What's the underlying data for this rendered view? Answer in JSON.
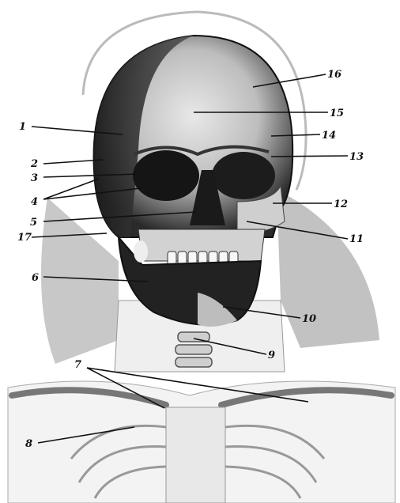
{
  "figure": {
    "labels": [
      {
        "id": "1",
        "text": "1"
      },
      {
        "id": "2",
        "text": "2"
      },
      {
        "id": "3",
        "text": "3"
      },
      {
        "id": "4",
        "text": "4"
      },
      {
        "id": "5",
        "text": "5"
      },
      {
        "id": "6",
        "text": "6"
      },
      {
        "id": "7",
        "text": "7"
      },
      {
        "id": "8",
        "text": "8"
      },
      {
        "id": "9",
        "text": "9"
      },
      {
        "id": "10",
        "text": "10"
      },
      {
        "id": "11",
        "text": "11"
      },
      {
        "id": "12",
        "text": "12"
      },
      {
        "id": "13",
        "text": "13"
      },
      {
        "id": "14",
        "text": "14"
      },
      {
        "id": "15",
        "text": "15"
      },
      {
        "id": "16",
        "text": "16"
      },
      {
        "id": "17",
        "text": "17"
      }
    ]
  }
}
